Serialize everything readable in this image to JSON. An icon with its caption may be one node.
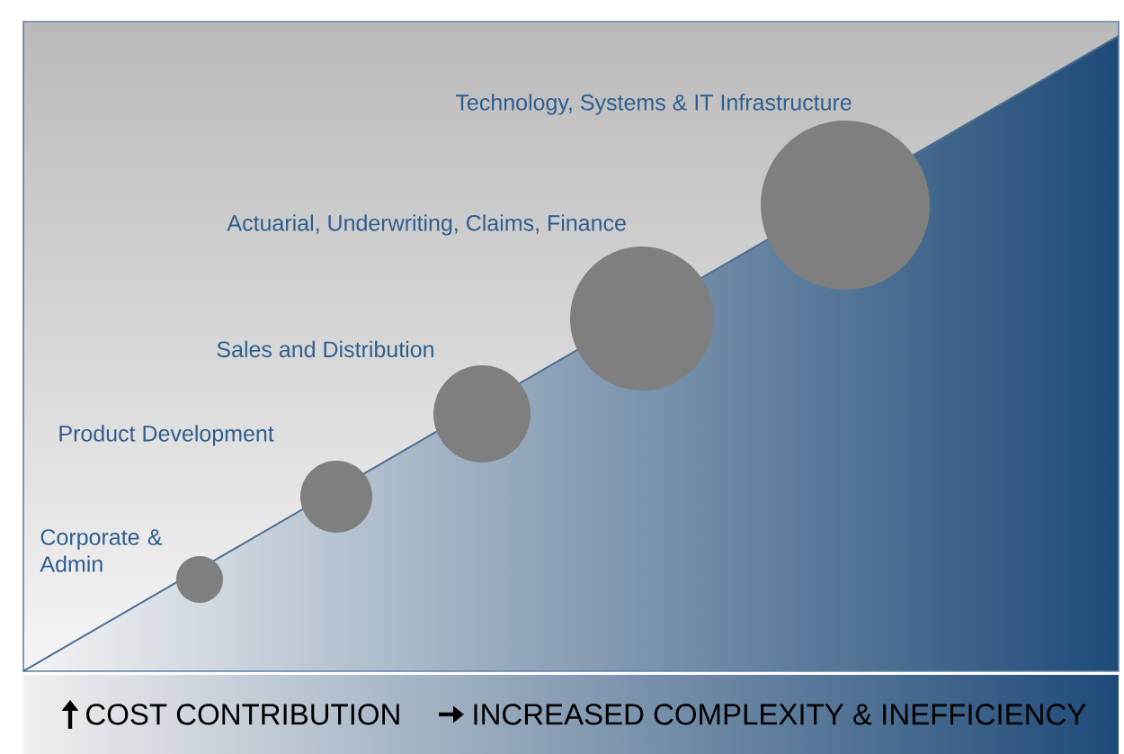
{
  "diagram": {
    "nodes": [
      {
        "text": [],
        "shape": "circle",
        "beside": [
          "Corporate & Admin"
        ]
      },
      {
        "text": [],
        "shape": "circle",
        "beside": [
          "Product Development"
        ]
      },
      {
        "text": [],
        "shape": "circle",
        "beside": [
          "Sales and Distribution"
        ]
      },
      {
        "text": [],
        "shape": "circle",
        "beside": [
          "Actuarial, Underwriting, Claims, Finance"
        ]
      },
      {
        "text": [],
        "shape": "circle",
        "beside": [
          "Technology, Systems & IT Infrastructure"
        ]
      }
    ],
    "labels": [
      "COST CONTRIBUTION",
      "INCREASED COMPLEXITY & INEFFICIENCY"
    ]
  }
}
